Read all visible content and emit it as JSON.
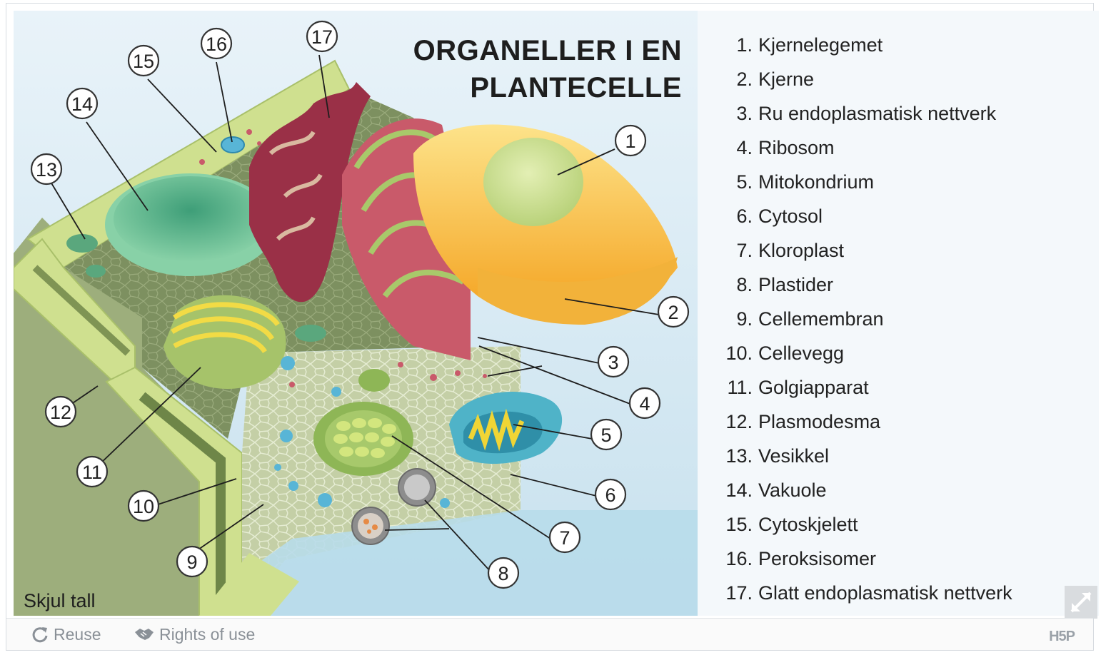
{
  "title_lines": [
    "ORGANELLER I EN",
    "PLANTECELLE"
  ],
  "toggle_label": "Skjul tall",
  "legend": [
    {
      "num": "1.",
      "label": "Kjernelegemet"
    },
    {
      "num": "2.",
      "label": "Kjerne"
    },
    {
      "num": "3.",
      "label": "Ru endoplasmatisk nettverk"
    },
    {
      "num": "4.",
      "label": "Ribosom"
    },
    {
      "num": "5.",
      "label": "Mitokondrium"
    },
    {
      "num": "6.",
      "label": "Cytosol"
    },
    {
      "num": "7.",
      "label": "Kloroplast"
    },
    {
      "num": "8.",
      "label": "Plastider"
    },
    {
      "num": "9.",
      "label": "Cellemembran"
    },
    {
      "num": "10.",
      "label": "Cellevegg"
    },
    {
      "num": "11.",
      "label": "Golgiapparat"
    },
    {
      "num": "12.",
      "label": "Plasmodesma"
    },
    {
      "num": "13.",
      "label": "Vesikkel"
    },
    {
      "num": "14.",
      "label": "Vakuole"
    },
    {
      "num": "15.",
      "label": "Cytoskjelett"
    },
    {
      "num": "16.",
      "label": "Peroksisomer"
    },
    {
      "num": "17.",
      "label": "Glatt endoplasmatisk nettverk"
    }
  ],
  "callouts": [
    "1",
    "2",
    "3",
    "4",
    "5",
    "6",
    "7",
    "8",
    "9",
    "10",
    "11",
    "12",
    "13",
    "14",
    "15",
    "16",
    "17"
  ],
  "footer": {
    "reuse": "Reuse",
    "rights": "Rights of use",
    "brand": "H5P"
  },
  "icons": {
    "reuse": "refresh-icon",
    "rights": "handshake-icon",
    "fullscreen": "expand-icon"
  },
  "colors": {
    "background_sky": "#dcecf5",
    "cell_wall": "#c9dc8a",
    "nucleus": "#f5b72e",
    "rough_er": "#c95a6a",
    "mitochondrion": "#4fb3c8",
    "chloroplast": "#8eb656",
    "vacuole": "#7cc59a"
  }
}
